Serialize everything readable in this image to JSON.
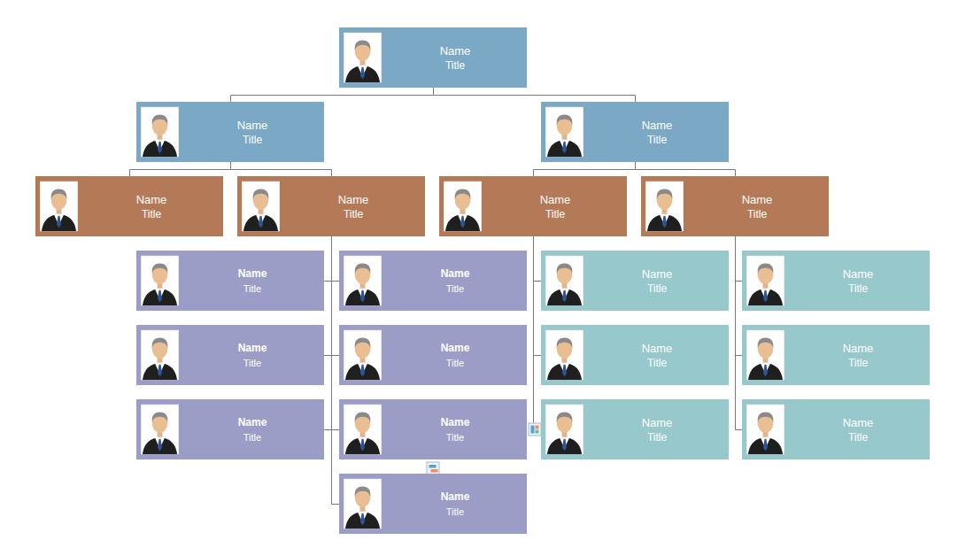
{
  "diagram": {
    "nodes": [
      {
        "text": [
          "Name",
          "Title"
        ]
      },
      {
        "text": [
          "Name",
          "Title"
        ]
      },
      {
        "text": [
          "Name",
          "Title"
        ]
      },
      {
        "text": [
          "Name",
          "Title"
        ]
      },
      {
        "text": [
          "Name",
          "Title"
        ]
      },
      {
        "text": [
          "Name",
          "Title"
        ]
      },
      {
        "text": [
          "Name",
          "Title"
        ]
      },
      {
        "text": [
          "Name",
          "Title"
        ]
      },
      {
        "text": [
          "Name",
          "Title"
        ]
      },
      {
        "text": [
          "Name",
          "Title"
        ]
      },
      {
        "text": [
          "Name",
          "Title"
        ]
      },
      {
        "text": [
          "Name",
          "Title"
        ]
      },
      {
        "text": [
          "Name",
          "Title"
        ]
      },
      {
        "text": [
          "Name",
          "Title"
        ]
      },
      {
        "text": [
          "Name",
          "Title"
        ]
      },
      {
        "text": [
          "Name",
          "Title"
        ]
      },
      {
        "text": [
          "Name",
          "Title"
        ]
      },
      {
        "text": [
          "Name",
          "Title"
        ]
      },
      {
        "text": [
          "Name",
          "Title"
        ]
      },
      {
        "text": [
          "Name",
          "Title"
        ]
      }
    ],
    "edges": [
      {
        "from": 0,
        "to": 1,
        "arrow": "none"
      },
      {
        "from": 0,
        "to": 2,
        "arrow": "none"
      },
      {
        "from": 1,
        "to": 3,
        "arrow": "none"
      },
      {
        "from": 1,
        "to": 4,
        "arrow": "none"
      },
      {
        "from": 2,
        "to": 5,
        "arrow": "none"
      },
      {
        "from": 2,
        "to": 6,
        "arrow": "none"
      },
      {
        "from": 4,
        "to": 7,
        "arrow": "none"
      },
      {
        "from": 4,
        "to": 8,
        "arrow": "none"
      },
      {
        "from": 4,
        "to": 11,
        "arrow": "none"
      },
      {
        "from": 4,
        "to": 12,
        "arrow": "none"
      },
      {
        "from": 4,
        "to": 15,
        "arrow": "none"
      },
      {
        "from": 4,
        "to": 16,
        "arrow": "none"
      },
      {
        "from": 4,
        "to": 19,
        "arrow": "none"
      },
      {
        "from": 5,
        "to": 9,
        "arrow": "none"
      },
      {
        "from": 5,
        "to": 13,
        "arrow": "none"
      },
      {
        "from": 5,
        "to": 17,
        "arrow": "none"
      },
      {
        "from": 6,
        "to": 10,
        "arrow": "none"
      },
      {
        "from": 6,
        "to": 14,
        "arrow": "none"
      },
      {
        "from": 6,
        "to": 18,
        "arrow": "none"
      }
    ]
  }
}
